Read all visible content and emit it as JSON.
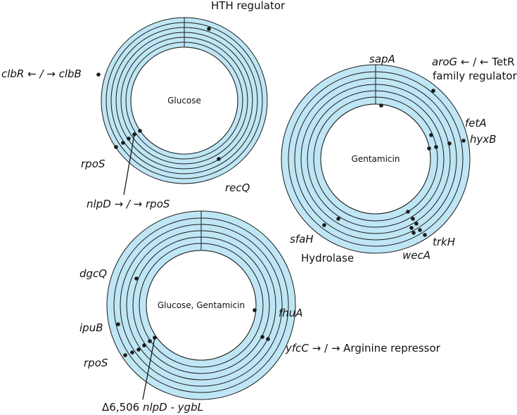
{
  "rings": {
    "fill_color": "#bfe6f5",
    "ring_line_color": "#1a1a1a",
    "background_color": "#ffffff"
  },
  "panels": {
    "glucose": {
      "center_label": "Glucose",
      "labels": {
        "hth": "HTH regulator",
        "clbr_left": "clbR ← / → ",
        "clbb": "clbB",
        "rpos": "rpoS",
        "recq": "recQ",
        "nlpd_arrow": "nlpD → / → ",
        "nlpd_target": "rpoS"
      }
    },
    "gentamicin": {
      "center_label": "Gentamicin",
      "labels": {
        "sapa": "sapA",
        "arog": "aroG",
        "arog_arrow": " ← / ← TetR",
        "family_regulator": "family regulator",
        "feta": "fetA",
        "hyxb": "hyxB",
        "sfah": "sfaH",
        "hydrolase": "Hydrolase",
        "trkh": "trkH",
        "weca": "wecA"
      }
    },
    "glucose_gentamicin": {
      "center_label": "Glucose, Gentamicin",
      "labels": {
        "dgcq": "dgcQ",
        "fhua": "fhuA",
        "ipub": "ipuB",
        "yfcc": "yfcC",
        "yfcc_arrow": " → / → Arginine repressor",
        "rpos": "rpoS",
        "delta": "Δ6,506 ",
        "nlpd": "nlpD",
        "ygbl": " - ygbL"
      }
    }
  }
}
